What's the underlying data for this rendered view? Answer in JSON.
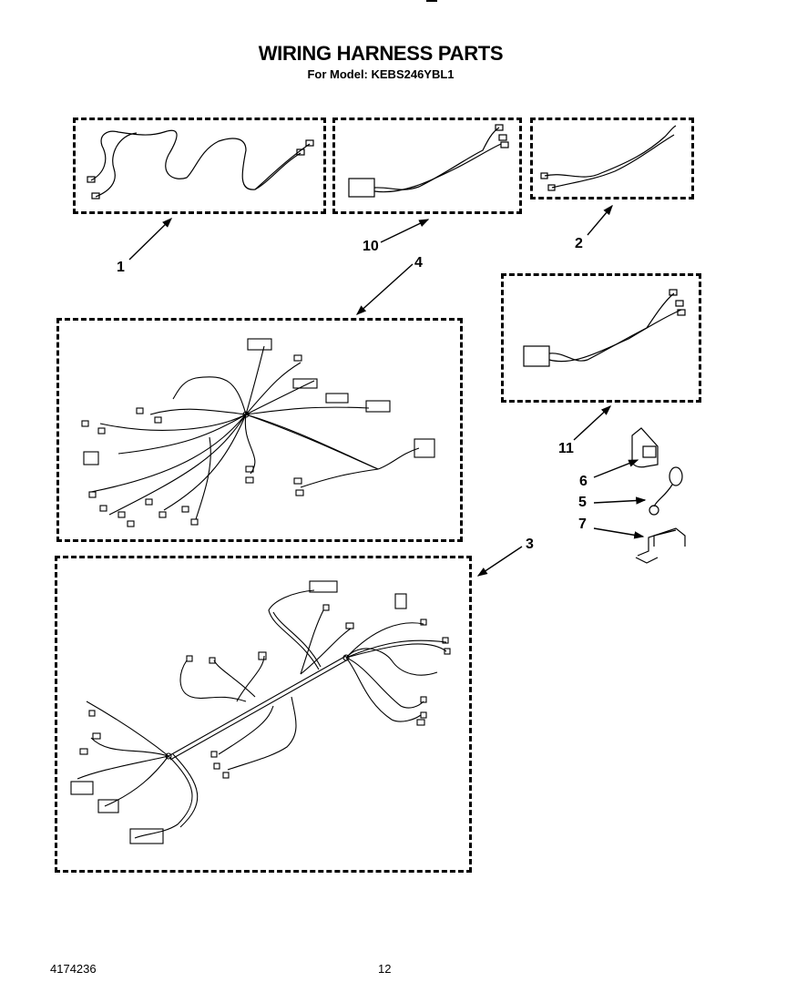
{
  "header": {
    "title": "WIRING HARNESS PARTS",
    "subtitle": "For Model: KEBS246YBL1"
  },
  "callouts": [
    {
      "id": "1",
      "label": "1"
    },
    {
      "id": "10",
      "label": "10"
    },
    {
      "id": "2",
      "label": "2"
    },
    {
      "id": "4",
      "label": "4"
    },
    {
      "id": "11",
      "label": "11"
    },
    {
      "id": "6",
      "label": "6"
    },
    {
      "id": "5",
      "label": "5"
    },
    {
      "id": "7",
      "label": "7"
    },
    {
      "id": "3",
      "label": "3"
    }
  ],
  "footer": {
    "doc_number": "4174236",
    "page_number": "12"
  }
}
